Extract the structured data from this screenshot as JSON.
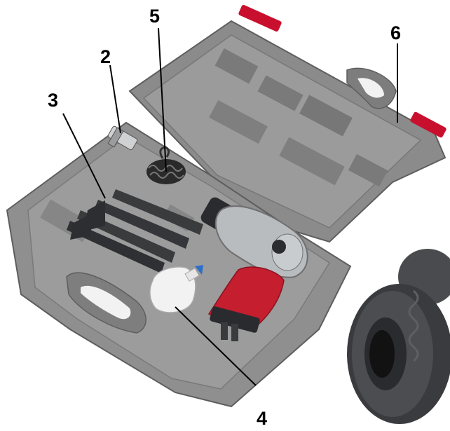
{
  "callouts": {
    "c2": "2",
    "c3": "3",
    "c4": "4",
    "c5": "5",
    "c6": "6"
  },
  "colors": {
    "case": "#8f8f8f",
    "case_dark": "#6f6f6f",
    "case_light": "#a8a8a8",
    "hinge_red": "#c8102e",
    "grip_red": "#c41e2f",
    "metal": "#b9bcbf",
    "steel_dark": "#2e2f31"
  }
}
